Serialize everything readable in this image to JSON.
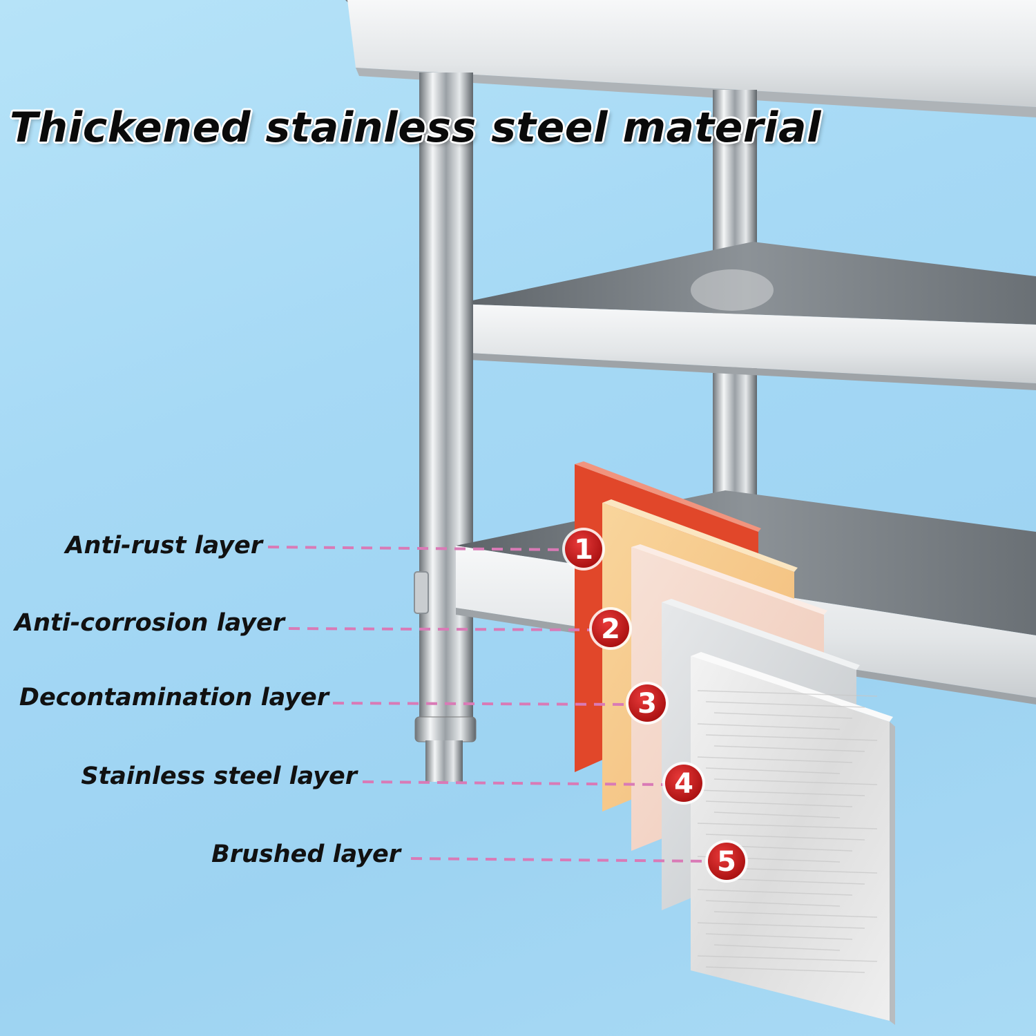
{
  "headline": "Thickened stainless steel material",
  "colors": {
    "background": "#a6d9f5",
    "steel": "#d9dde0",
    "anti_rust": "#e1472a",
    "anti_corrosion": "#f6c98c",
    "decontamination": "#f5d8cc",
    "stainless_steel": "#d3d7da",
    "brushed": "#ececec",
    "leader_line": "#d97ab6",
    "badge": "#c41a1a"
  },
  "layers": [
    {
      "number": "1",
      "label": "Anti-rust layer"
    },
    {
      "number": "2",
      "label": "Anti-corrosion layer"
    },
    {
      "number": "3",
      "label": "Decontamination layer"
    },
    {
      "number": "4",
      "label": "Stainless steel layer"
    },
    {
      "number": "5",
      "label": "Brushed layer"
    }
  ]
}
